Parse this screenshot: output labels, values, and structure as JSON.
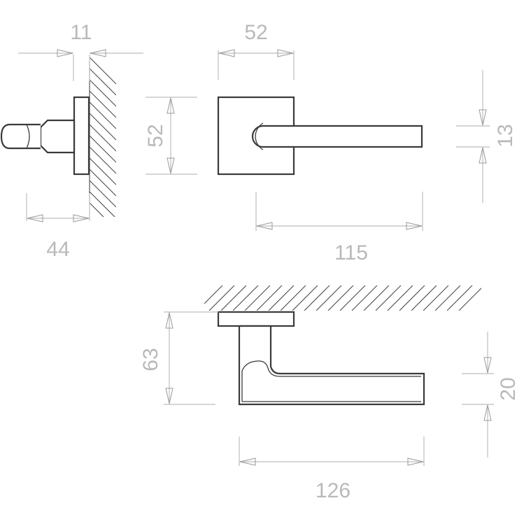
{
  "dimensions": {
    "rose_thickness": "11",
    "rose_width": "52",
    "rose_height": "52",
    "handle_thickness": "13",
    "projection": "44",
    "handle_length": "115",
    "side_height": "63",
    "side_grip_height": "20",
    "side_length": "126"
  }
}
